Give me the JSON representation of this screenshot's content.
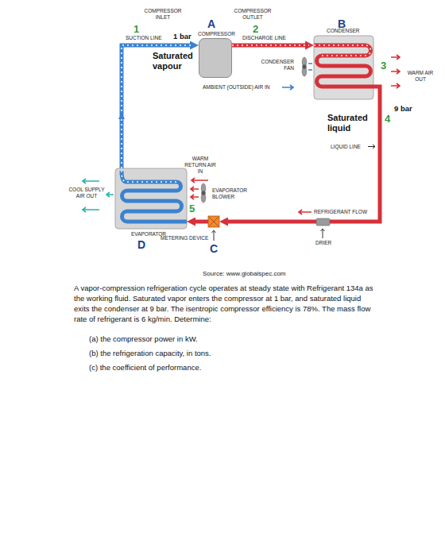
{
  "diagram": {
    "caption": "Source: www.globalspec.com",
    "nodes": [
      {
        "text": [
          "A",
          "COMPRESSOR"
        ]
      },
      {
        "text": [
          "B",
          "CONDENSER"
        ]
      },
      {
        "text": [
          "METERING DEVICE",
          "C"
        ]
      },
      {
        "text": [
          "EVAPORATOR",
          "D"
        ]
      }
    ],
    "edges": [
      {
        "from": 0,
        "to": 1,
        "arrow": "to"
      },
      {
        "from": 1,
        "to": 2,
        "arrow": "to"
      },
      {
        "from": 2,
        "to": 3,
        "arrow": "to"
      },
      {
        "from": 3,
        "to": 0,
        "arrow": "to"
      }
    ],
    "labels": [
      "COMPRESSOR INLET",
      "COMPRESSOR OUTLET",
      "1",
      "2",
      "SUCTION LINE",
      "1 bar",
      "Saturated vapour",
      "DISCHARGE LINE",
      "CONDENSER FAN",
      "AMBIENT (OUTSIDE) AIR IN",
      "3",
      "WARM AIR OUT",
      "9 bar",
      "4",
      "Saturated liquid",
      "LIQUID LINE",
      "REFRIGERANT FLOW",
      "DRIER",
      "WARM RETURN AIR IN",
      "EVAPORATOR BLOWER",
      "COOL SUPPLY AIR OUT",
      "5",
      "A vapor-compression refrigeration cycle operates at steady state with Refrigerant 134a as the working fluid. Saturated vapor enters the compressor at 1 bar, and saturated liquid exits the condenser at 9 bar. The isentropic compressor efficiency is 78%. The mass flow rate of refrigerant is 6 kg/min. Determine:",
      "(a) the compressor power in kW.",
      "(b) the refrigeration capacity, in tons.",
      "(c) the coefficient of performance."
    ]
  }
}
